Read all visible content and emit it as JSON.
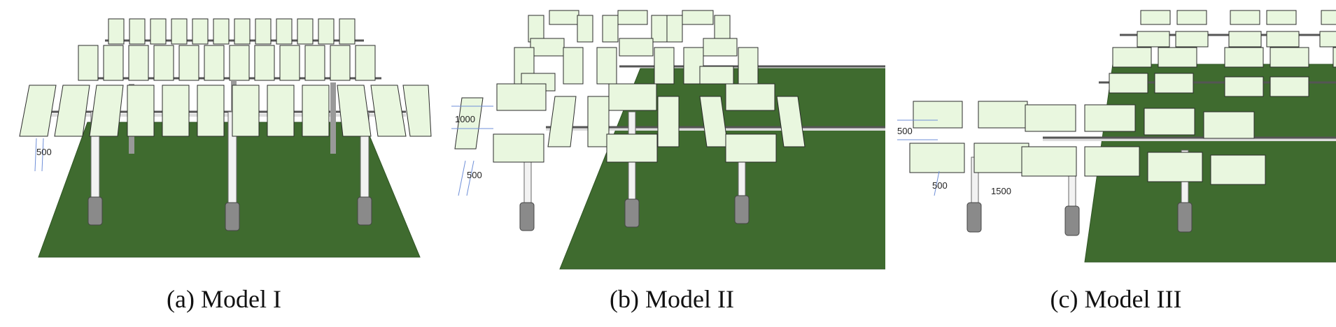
{
  "figure": {
    "panels": [
      {
        "id": "model-1",
        "caption": "(a) Model I",
        "dimensions": [
          "500"
        ]
      },
      {
        "id": "model-2",
        "caption": "(b) Model II",
        "dimensions": [
          "1000",
          "500"
        ]
      },
      {
        "id": "model-3",
        "caption": "(c) Model III",
        "dimensions": [
          "500",
          "500",
          "1500"
        ]
      }
    ]
  },
  "colors": {
    "ground": "#3f6b2f",
    "ground_edge": "#2f5424",
    "panel_fill": "#e9f7df",
    "panel_stroke": "#2b2b2b",
    "grid_line": "#b9d9a6",
    "pole": "#f2f2f2",
    "pole_base": "#8a8a8a",
    "dim_line": "#6f8fd8"
  }
}
